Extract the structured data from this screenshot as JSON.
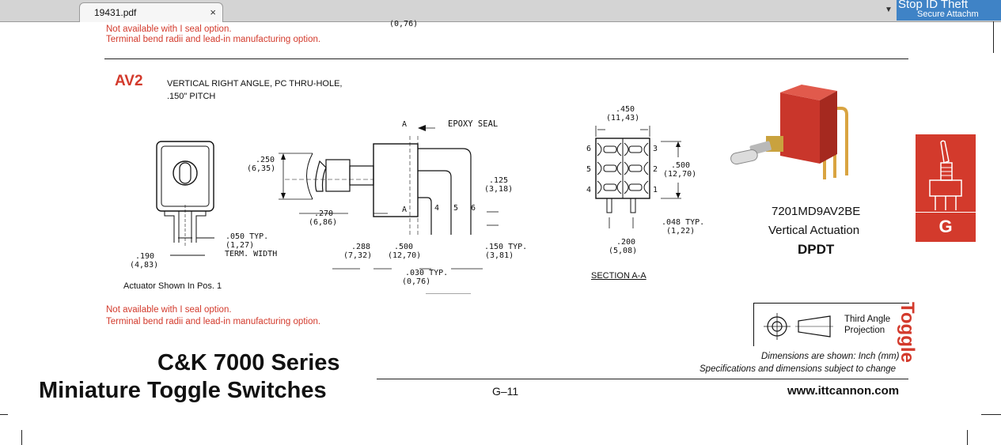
{
  "viewer": {
    "tab_title": "19431.pdf",
    "tab_close": "×",
    "menu_arrow": "▼",
    "ad_line1": "Stop ID Theft",
    "ad_line2": "Secure Attachm"
  },
  "doc": {
    "top_note_1": "Not available with I seal option.",
    "top_note_2": "Terminal bend radii and lead-in manufacturing option.",
    "top_dim": "(0,76)",
    "section_code": "AV2",
    "section_desc_1": "VERTICAL RIGHT ANGLE, PC THRU-HOLE,",
    "section_desc_2": ".150\" PITCH",
    "epoxy_seal": "EPOXY SEAL",
    "label_a": "A",
    "dims": {
      "d250": ".250",
      "d250mm": "(6,35)",
      "d270": ".270",
      "d270mm": "(6,86)",
      "d125": ".125",
      "d125mm": "(3,18)",
      "d050": ".050 TYP.",
      "d050mm": "(1,27)",
      "term_width": "TERM. WIDTH",
      "d190": ".190",
      "d190mm": "(4,83)",
      "d288": ".288",
      "d288mm": "(7,32)",
      "d500": ".500",
      "d500mm": "(12,70)",
      "d150": ".150 TYP.",
      "d150mm": "(3,81)",
      "d030": ".030 TYP.",
      "d030mm": "(0,76)",
      "d450": ".450",
      "d450mm": "(11,43)",
      "d500b": ".500",
      "d500bmm": "(12,70)",
      "d048": ".048 TYP.",
      "d048mm": "(1,22)",
      "d200": ".200",
      "d200mm": "(5,08)"
    },
    "pins": {
      "p1": "1",
      "p2": "2",
      "p3": "3",
      "p4": "4",
      "p5": "5",
      "p6": "6"
    },
    "section_label": "SECTION A-A",
    "actuator_note": "Actuator Shown In Pos. 1",
    "bottom_note_1": "Not available with I seal option.",
    "bottom_note_2": "Terminal bend radii and lead-in manufacturing option.",
    "product_code": "7201MD9AV2BE",
    "product_desc": "Vertical Actuation",
    "product_type": "DPDT",
    "projection_1": "Third Angle",
    "projection_2": "Projection",
    "dims_note": "Dimensions are shown: Inch (mm)",
    "spec_note": "Specifications and dimensions subject to change",
    "series_title_1": "C&K 7000 Series",
    "series_title_2": "Miniature Toggle Switches",
    "page_number": "G–11",
    "website": "www.ittcannon.com",
    "side_letter": "G",
    "side_word": "Toggle"
  },
  "colors": {
    "accent": "#d33a2c",
    "ad": "#3f83c6",
    "toolbar": "#d4d4d4"
  }
}
